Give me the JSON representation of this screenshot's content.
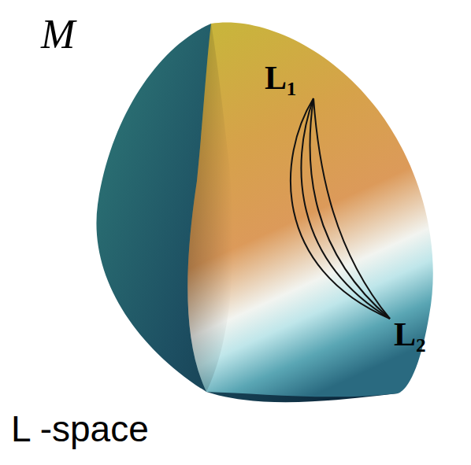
{
  "diagram": {
    "labels": [
      "M",
      "L₁",
      "L₂",
      "L -space"
    ]
  }
}
